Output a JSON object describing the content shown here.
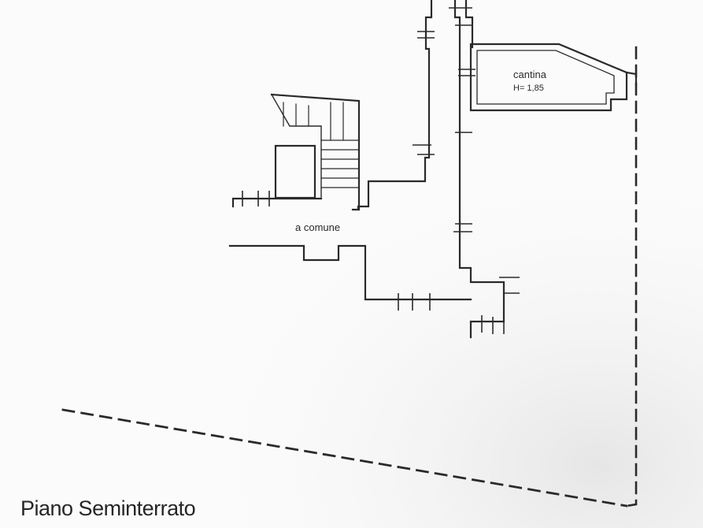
{
  "plan": {
    "rooms": [
      {
        "name": "cantina",
        "height_note": "H= 1,85"
      },
      {
        "name": "a comune"
      }
    ],
    "caption": "Piano Seminterrato",
    "colors": {
      "ink": "#2a2a2a",
      "paper": "#fbfbfb"
    }
  }
}
